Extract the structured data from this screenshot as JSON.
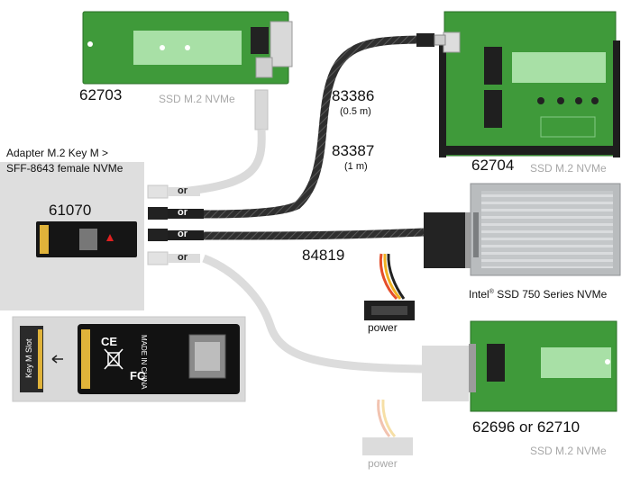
{
  "products": {
    "p62703": {
      "number": "62703",
      "caption": "SSD M.2 NVMe"
    },
    "p62704": {
      "number": "62704",
      "caption": "SSD M.2 NVMe"
    },
    "p62696": {
      "number": "62696 or 62710",
      "caption": "SSD M.2 NVMe"
    },
    "intel": {
      "caption_brand": "Intel",
      "reg": "®",
      "caption_rest": " SSD 750 Series NVMe"
    }
  },
  "adapter": {
    "title_line1": "Adapter M.2 Key M >",
    "title_line2": "SFF-8643 female NVMe",
    "number": "61070",
    "slot_label": "Key M Slot"
  },
  "cables": {
    "c83386": {
      "number": "83386",
      "length": "(0.5 m)"
    },
    "c83387": {
      "number": "83387",
      "length": "(1 m)"
    },
    "c84819": {
      "number": "84819"
    }
  },
  "or_label": "or",
  "power_label": "power",
  "power_label_gray": "power",
  "board_silk": {
    "made_in": "MADE IN CHINA",
    "ce": "CE",
    "fc": "FC"
  },
  "colors": {
    "pcb_green": "#3f9a3a",
    "cable_black": "#2b2b2b",
    "faded": "#cfcfcf",
    "ssd_silver": "#c9ccce"
  }
}
